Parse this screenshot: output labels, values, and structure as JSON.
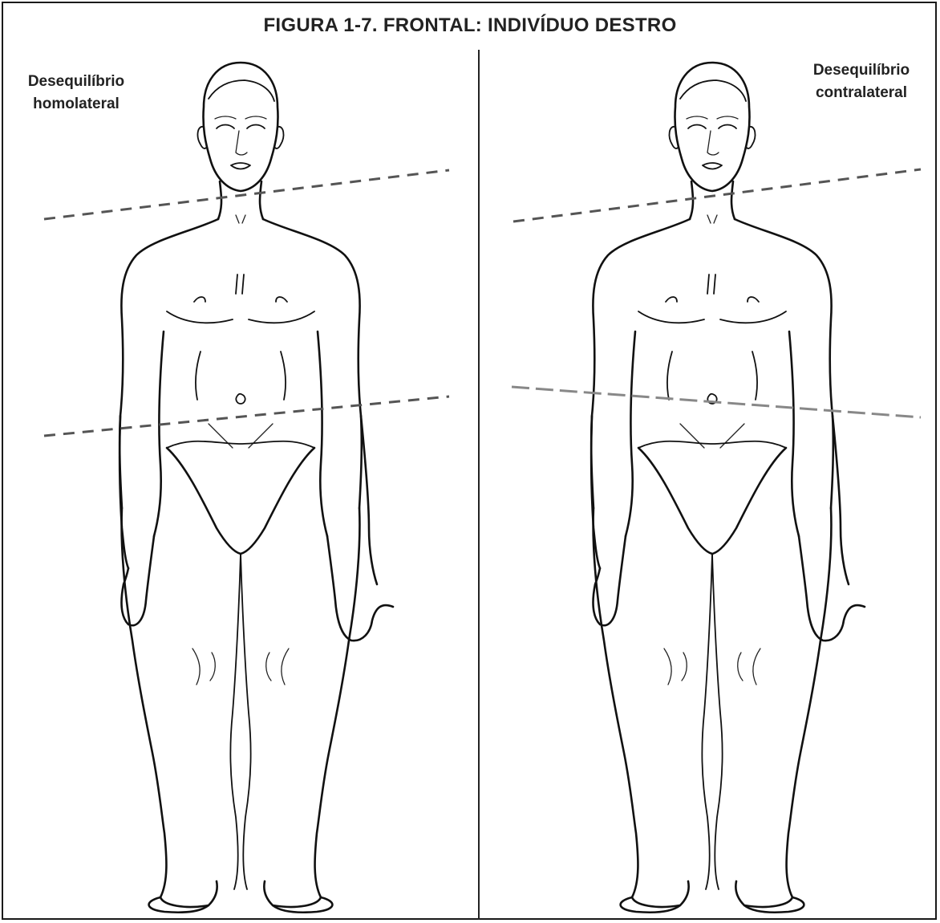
{
  "figure": {
    "title": "FIGURA 1-7. FRONTAL: INDIVÍDUO DESTRO",
    "panels": [
      {
        "label_line1": "Desequilíbrio",
        "label_line2": "homolateral"
      },
      {
        "label_line1": "Desequilíbrio",
        "label_line2": "contralateral"
      }
    ]
  },
  "colors": {
    "line": "#111111",
    "dashed_line": "#555555",
    "background": "#ffffff"
  }
}
